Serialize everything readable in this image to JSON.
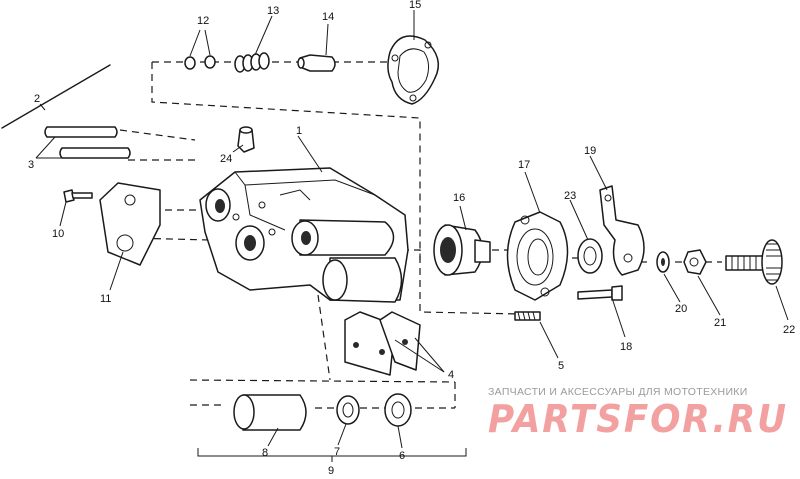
{
  "labels": {
    "l1": "1",
    "l2": "2",
    "l3": "3",
    "l4": "4",
    "l5": "5",
    "l6": "6",
    "l7": "7",
    "l8": "8",
    "l9": "9",
    "l10": "10",
    "l11": "11",
    "l12": "12",
    "l13": "13",
    "l14": "14",
    "l15": "15",
    "l16": "16",
    "l17": "17",
    "l18": "18",
    "l19": "19",
    "l20": "20",
    "l21": "21",
    "l22": "22",
    "l23": "23",
    "l24": "24"
  },
  "watermark": {
    "caption": "ЗАПЧАСТИ И АКСЕССУАРЫ ДЛЯ МОТОТЕХНИКИ",
    "brand": "PARTSFOR.RU"
  }
}
